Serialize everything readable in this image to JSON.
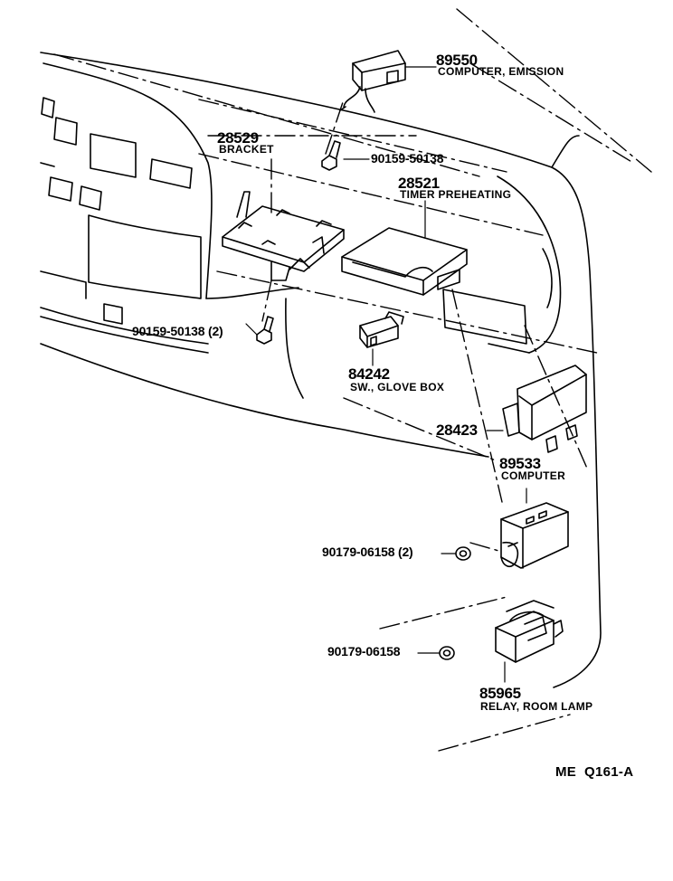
{
  "parts": {
    "computer_emission": {
      "number": "89550",
      "name": "COMPUTER, EMISSION"
    },
    "bracket": {
      "number": "28529",
      "name": "BRACKET"
    },
    "bolt_upper": {
      "number": "90159-50138"
    },
    "timer_preheating": {
      "number": "28521",
      "name": "TIMER PREHEATING"
    },
    "bolt_lower": {
      "number": "90159-50138 (2)"
    },
    "glove_box_switch": {
      "number": "84242",
      "name": "SW., GLOVE BOX"
    },
    "computer_bracket": {
      "number": "28423"
    },
    "computer": {
      "number": "89533",
      "name": "COMPUTER"
    },
    "nut_pair": {
      "number": "90179-06158 (2)"
    },
    "nut_single": {
      "number": "90179-06158"
    },
    "relay_room_lamp": {
      "number": "85965",
      "name": "RELAY, ROOM LAMP"
    }
  },
  "diagram_code": "ME  Q161-A",
  "colors": {
    "line": "#000000",
    "background": "#ffffff"
  }
}
